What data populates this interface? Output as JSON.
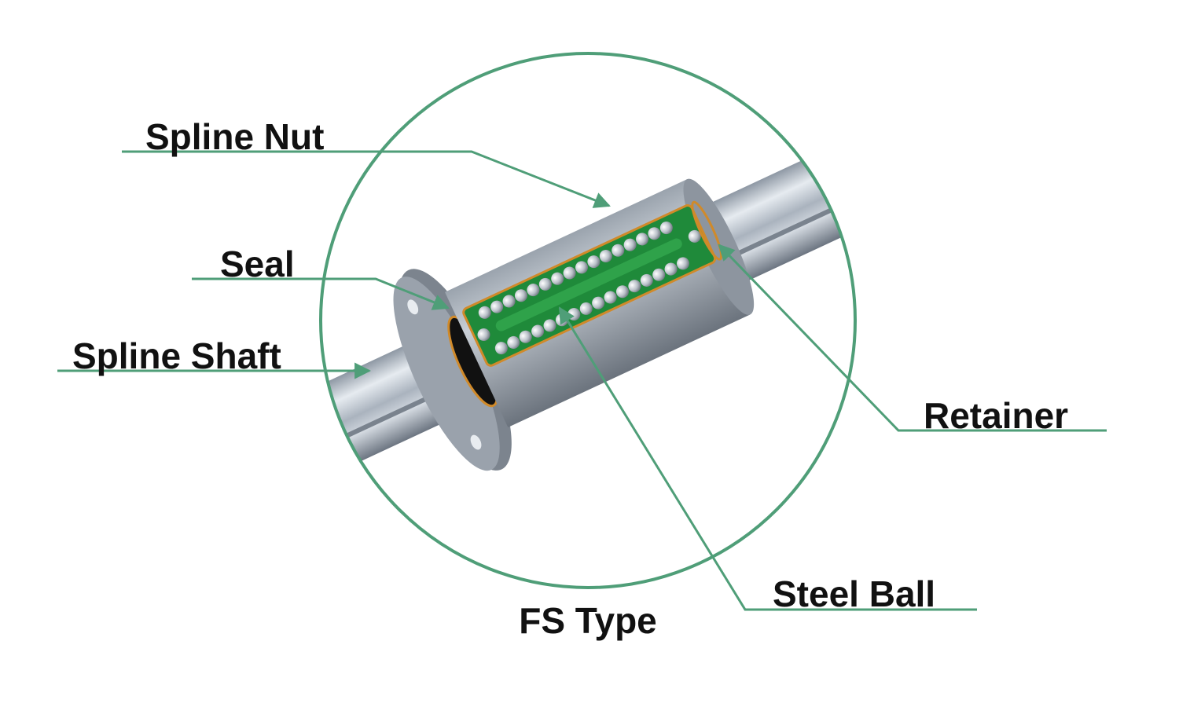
{
  "labels": {
    "spline_nut": "Spline Nut",
    "seal": "Seal",
    "spline_shaft": "Spline Shaft",
    "retainer": "Retainer",
    "steel_ball": "Steel Ball"
  },
  "caption": "FS Type",
  "colors": {
    "accent": "#4f9e78",
    "retainer_green": "#1f8a3a",
    "metal": "#b8bfc8",
    "seal_orange": "#d08a2a"
  }
}
